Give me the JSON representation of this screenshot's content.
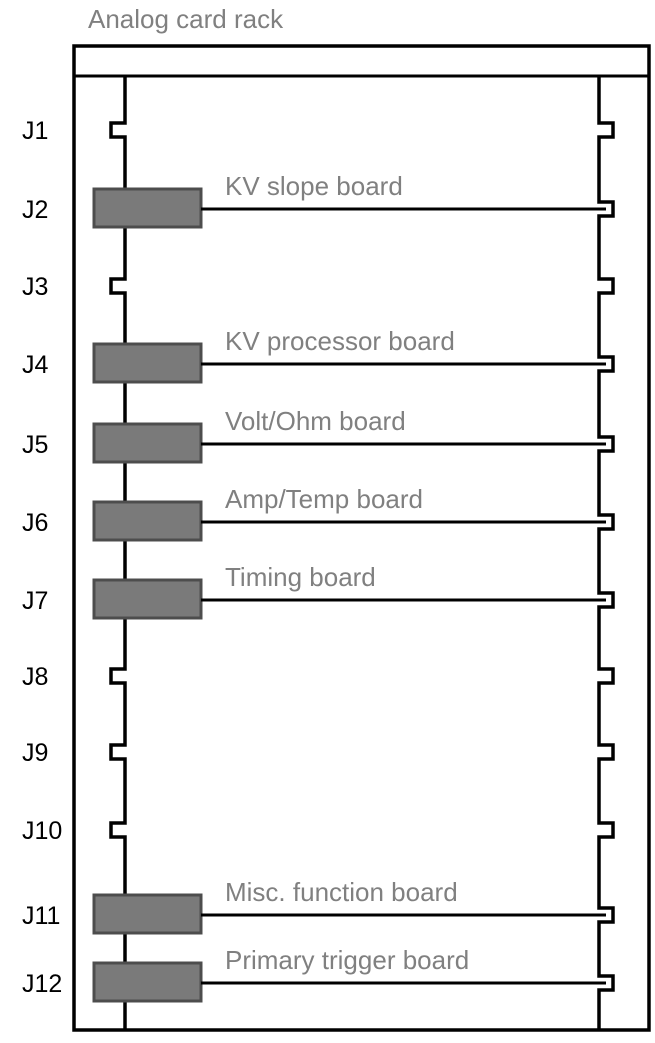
{
  "title": "Analog card rack",
  "colors": {
    "title_text": "#808080",
    "board_label_text": "#808080",
    "slot_label_text": "#000000",
    "outline": "#000000",
    "board_fill": "#7a7a7a",
    "board_stroke": "#4d4d4d",
    "background": "#ffffff"
  },
  "slots": [
    {
      "label": "J1",
      "board": null
    },
    {
      "label": "J2",
      "board": "KV slope board"
    },
    {
      "label": "J3",
      "board": null
    },
    {
      "label": "J4",
      "board": "KV processor board"
    },
    {
      "label": "J5",
      "board": "Volt/Ohm board"
    },
    {
      "label": "J6",
      "board": "Amp/Temp board"
    },
    {
      "label": "J7",
      "board": "Timing board"
    },
    {
      "label": "J8",
      "board": null
    },
    {
      "label": "J9",
      "board": null
    },
    {
      "label": "J10",
      "board": null
    },
    {
      "label": "J11",
      "board": "Misc. function board"
    },
    {
      "label": "J12",
      "board": "Primary trigger board"
    }
  ]
}
